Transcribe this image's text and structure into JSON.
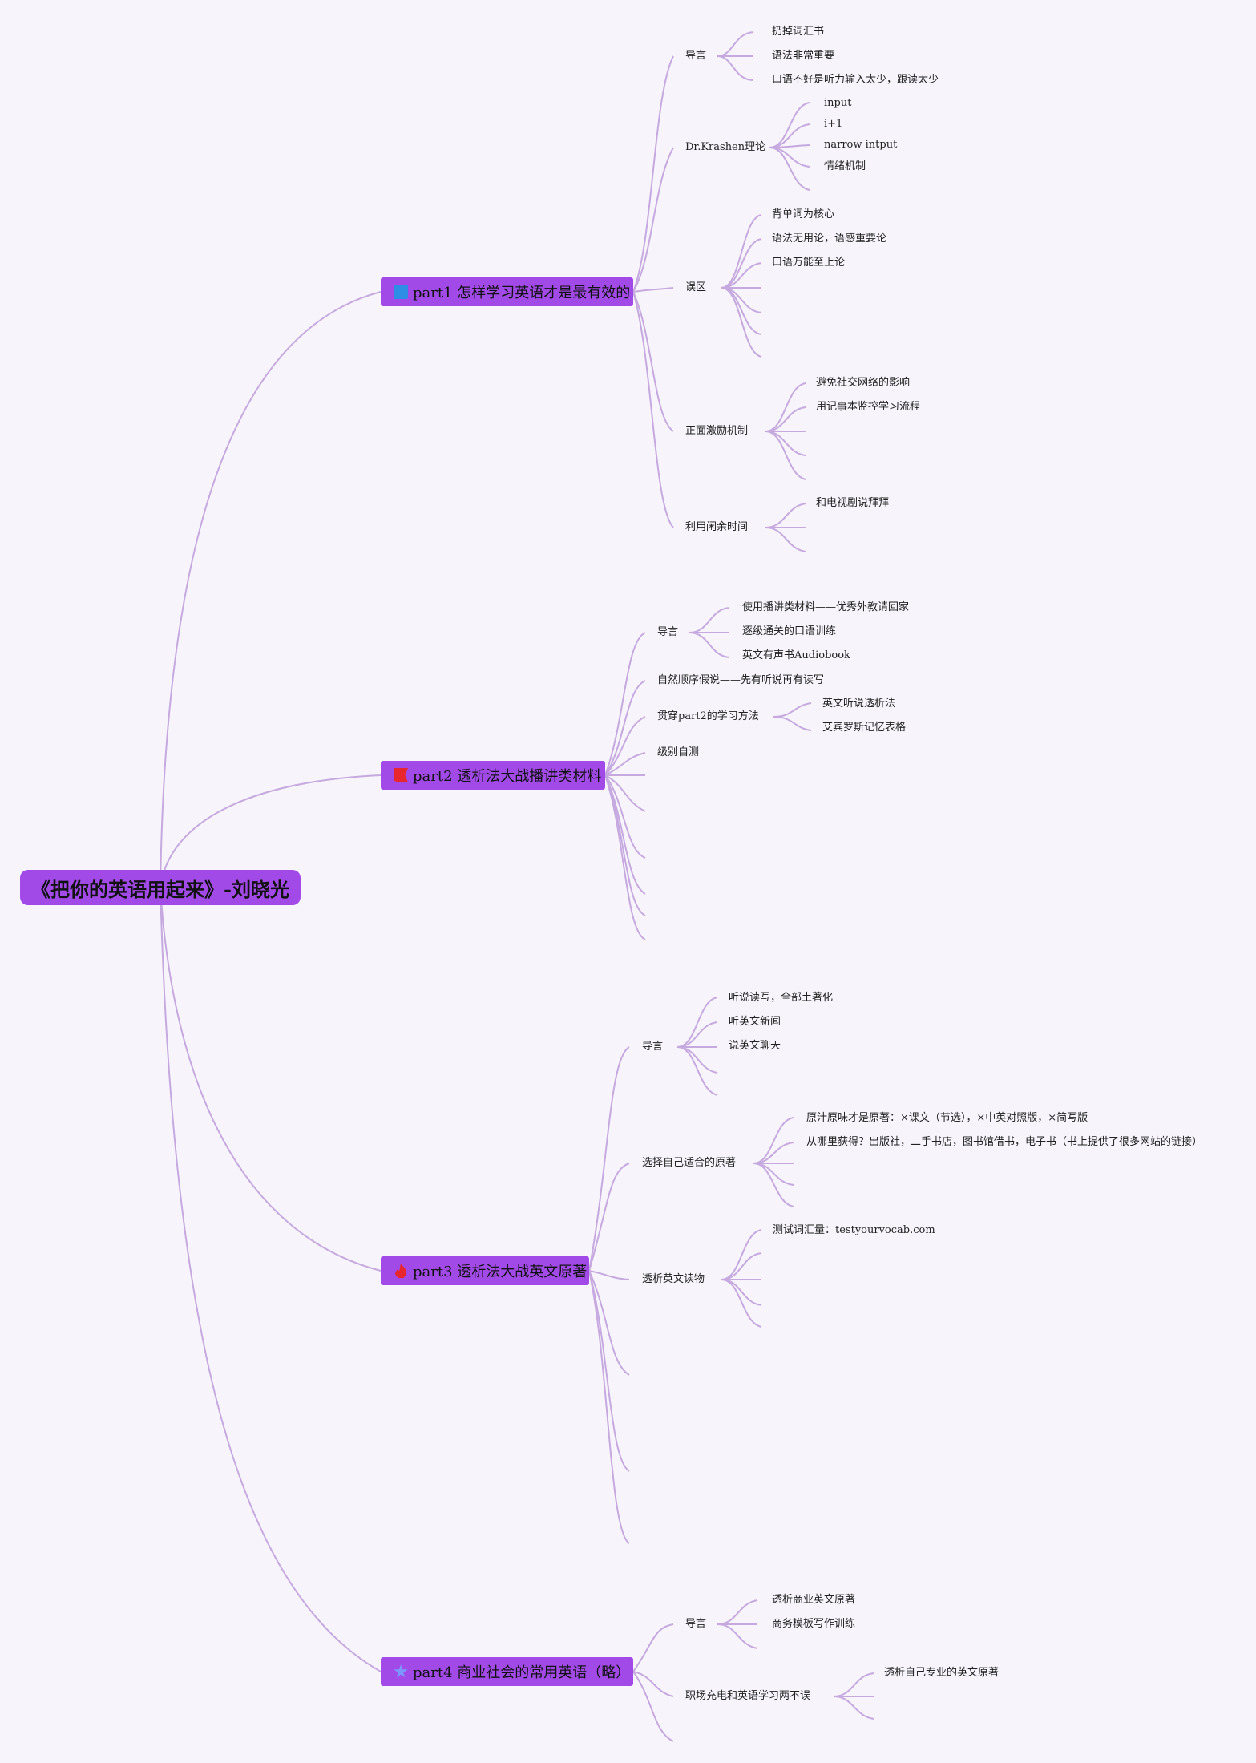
{
  "root": {
    "title": "《把你的英语用起来》-刘晓光"
  },
  "parts": [
    {
      "label": "part1 怎样学习英语才是最有效的",
      "icon": "blue-square-icon",
      "topics": [
        {
          "label": "导言",
          "items": [
            "扔掉词汇书",
            "语法非常重要",
            "口语不好是听力输入太少，跟读太少"
          ]
        },
        {
          "label": "Dr.Krashen理论",
          "items": [
            "input",
            "i+1",
            "narrow intput",
            "情绪机制"
          ]
        },
        {
          "label": "误区",
          "items": [
            "背单词为核心",
            "语法无用论，语感重要论",
            "口语万能至上论"
          ]
        },
        {
          "label": "正面激励机制",
          "items": [
            "避免社交网络的影响",
            "用记事本监控学习流程"
          ]
        },
        {
          "label": "利用闲余时间",
          "items": [
            "和电视剧说拜拜"
          ]
        }
      ]
    },
    {
      "label": "part2 透析法大战播讲类材料",
      "icon": "red-flag-icon",
      "topics": [
        {
          "label": "导言",
          "items": [
            "使用播讲类材料——优秀外教请回家",
            "逐级通关的口语训练",
            "英文有声书Audiobook"
          ]
        },
        {
          "label": "自然顺序假说——先有听说再有读写",
          "items": []
        },
        {
          "label": "贯穿part2的学习方法",
          "items": [
            "英文听说透析法",
            "艾宾罗斯记忆表格"
          ]
        },
        {
          "label": "级别自测",
          "items": []
        }
      ]
    },
    {
      "label": "part3 透析法大战英文原著",
      "icon": "fire-icon",
      "topics": [
        {
          "label": "导言",
          "items": [
            "听说读写，全部土著化",
            "听英文新闻",
            "说英文聊天"
          ]
        },
        {
          "label": "选择自己适合的原著",
          "items": [
            "原汁原味才是原著：×课文（节选），×中英对照版，×简写版",
            "从哪里获得？出版社，二手书店，图书馆借书，电子书（书上提供了很多网站的链接）"
          ]
        },
        {
          "label": "透析英文读物",
          "items": [
            "测试词汇量：testyourvocab.com"
          ]
        }
      ]
    },
    {
      "label": "part4 商业社会的常用英语（略）",
      "icon": "star-icon",
      "topics": [
        {
          "label": "导言",
          "items": [
            "透析商业英文原著",
            "商务模板写作训练"
          ]
        },
        {
          "label": "职场充电和英语学习两不误",
          "items": [
            "透析自己专业的英文原著"
          ]
        }
      ]
    }
  ],
  "colors": {
    "node": "#a24ae8",
    "link": "#c5a9df",
    "background": "#f7f4fb"
  }
}
